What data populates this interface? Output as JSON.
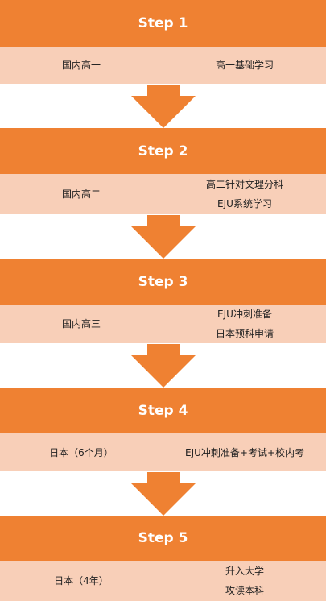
{
  "steps": [
    {
      "title": "Step 1",
      "left": "国内高一",
      "right": [
        "高一基础学习"
      ]
    },
    {
      "title": "Step 2",
      "left": "国内高二",
      "right": [
        "高二针对文理分科",
        "EJU系统学习"
      ]
    },
    {
      "title": "Step 3",
      "left": "国内高三",
      "right": [
        "EJU冲刺准备",
        "日本预科申请"
      ]
    },
    {
      "title": "Step 4",
      "left": "日本（6个月）",
      "right": [
        "EJU冲刺准备+考试+校内考"
      ]
    },
    {
      "title": "Step 5",
      "left": "日本（4年）",
      "right": [
        "升入大学",
        "攻读本科"
      ]
    }
  ],
  "colors": {
    "header": "#ef8132",
    "row": "#f8cfb8",
    "arrow": "#ef8132"
  }
}
